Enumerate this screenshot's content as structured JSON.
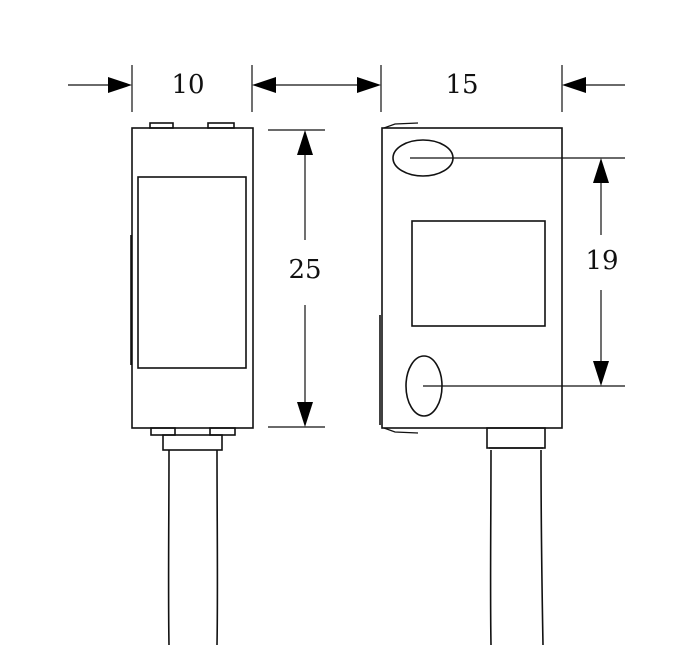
{
  "dimensions": {
    "width": "10",
    "depth": "15",
    "height": "25",
    "hole_spacing": "19"
  }
}
